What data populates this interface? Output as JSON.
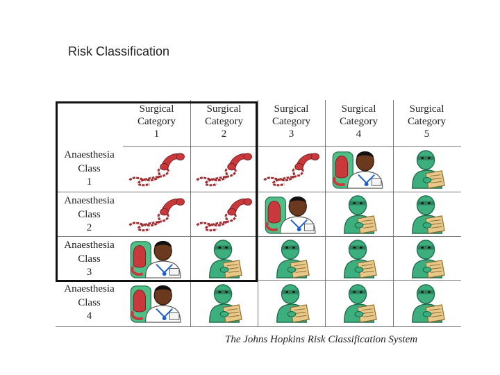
{
  "title": "Risk Classification",
  "columns": [
    {
      "label": "Surgical\nCategory\n1"
    },
    {
      "label": "Surgical\nCategory\n2"
    },
    {
      "label": "Surgical\nCategory\n3"
    },
    {
      "label": "Surgical\nCategory\n4"
    },
    {
      "label": "Surgical\nCategory\n5"
    }
  ],
  "rows": [
    {
      "label": "Anaesthesia\nClass\n1",
      "cells": [
        "phone-icon",
        "phone-icon",
        "phone-icon",
        "doctor-icon",
        "surgeon-icon"
      ]
    },
    {
      "label": "Anaesthesia\nClass\n2",
      "cells": [
        "phone-icon",
        "phone-icon",
        "doctor-icon",
        "surgeon-icon",
        "surgeon-icon"
      ]
    },
    {
      "label": "Anaesthesia\nClass\n3",
      "cells": [
        "doctor-icon",
        "surgeon-icon",
        "surgeon-icon",
        "surgeon-icon",
        "surgeon-icon"
      ]
    },
    {
      "label": "Anaesthesia\nClass\n4",
      "cells": [
        "doctor-icon",
        "surgeon-icon",
        "surgeon-icon",
        "surgeon-icon",
        "surgeon-icon"
      ]
    }
  ],
  "highlight": {
    "columns": 3,
    "rows": 3
  },
  "caption": "The Johns Hopkins Risk Classification System",
  "colors": {
    "phone": "#c9393c",
    "surgeon": "#3dae7e",
    "doctor_coat": "#ffffff",
    "border": "#111111"
  }
}
